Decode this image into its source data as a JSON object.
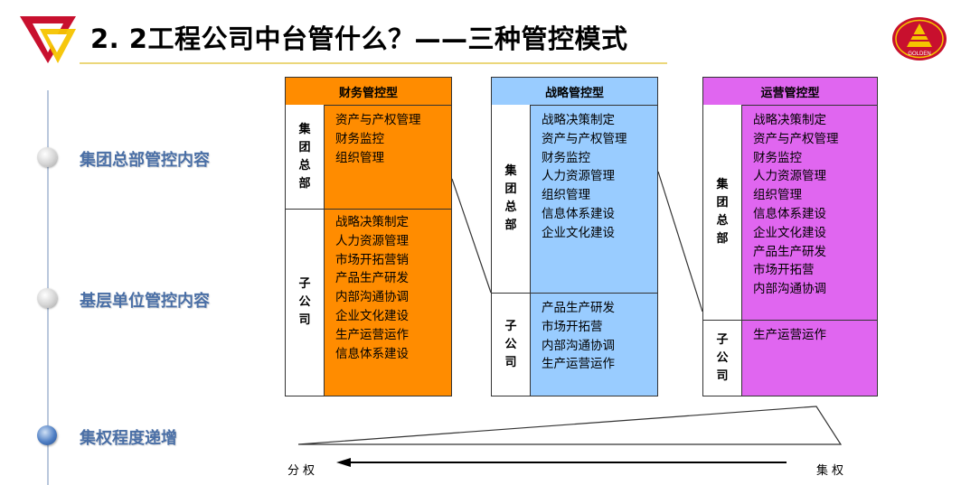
{
  "title": "2. 2工程公司中台管什么？——三种管控模式",
  "logo_right_text": "GOLDEN",
  "timeline": [
    {
      "label": "集团总部管控内容",
      "dot": "grey"
    },
    {
      "label": "基层单位管控内容",
      "dot": "grey"
    },
    {
      "label": "集权程度递增",
      "dot": "blue"
    }
  ],
  "panels": [
    {
      "name": "财务管控型",
      "color": "#ff8c00",
      "hq_label": "集团总部",
      "hq_items": [
        "资产与产权管理",
        "财务监控",
        "组织管理"
      ],
      "sub_label": "子公司",
      "sub_items": [
        "战略决策制定",
        "人力资源管理",
        "市场开拓营销",
        "产品生产研发",
        "内部沟通协调",
        "企业文化建设",
        "生产运营运作",
        "信息体系建设"
      ]
    },
    {
      "name": "战略管控型",
      "color": "#99ccff",
      "hq_label": "集团总部",
      "hq_items": [
        "战略决策制定",
        "资产与产权管理",
        "财务监控",
        "人力资源管理",
        "组织管理",
        "信息体系建设",
        "企业文化建设"
      ],
      "sub_label": "子公司",
      "sub_items": [
        "产品生产研发",
        "市场开拓营",
        "内部沟通协调",
        "生产运营运作"
      ]
    },
    {
      "name": "运营管控型",
      "color": "#e066f0",
      "hq_label": "集团总部",
      "hq_items": [
        "战略决策制定",
        "资产与产权管理",
        "财务监控",
        "人力资源管理",
        "组织管理",
        "信息体系建设",
        "企业文化建设",
        "产品生产研发",
        "市场开拓营",
        "内部沟通协调"
      ],
      "sub_label": "子公司",
      "sub_items": [
        "生产运营运作"
      ]
    }
  ],
  "axis": {
    "left_label": "分权",
    "right_label": "集权"
  }
}
